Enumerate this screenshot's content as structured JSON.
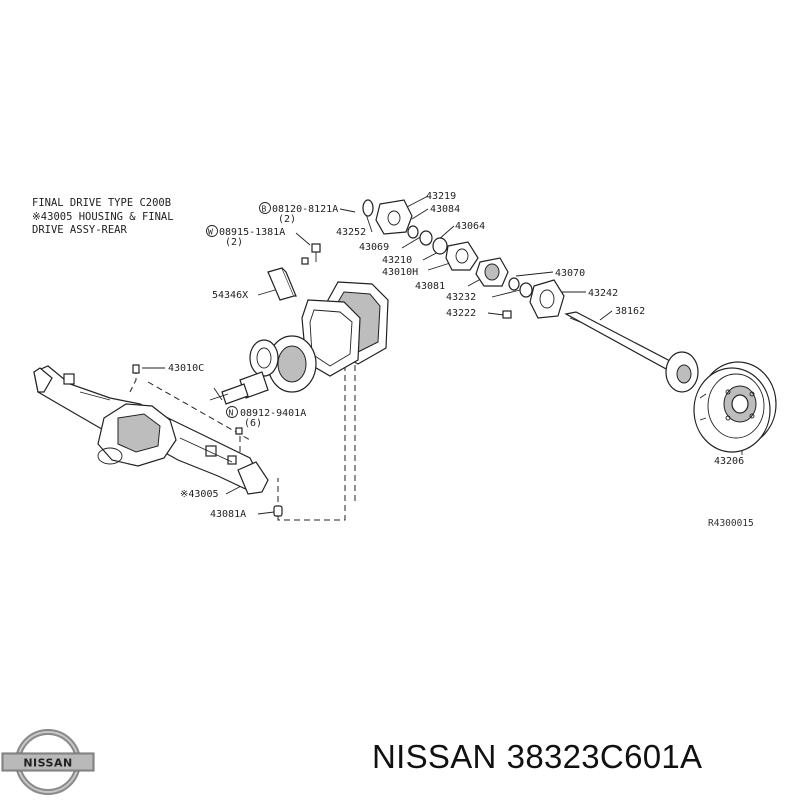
{
  "diagram": {
    "header_lines": [
      "FINAL DRIVE TYPE C200B",
      "※43005 HOUSING & FINAL",
      "DRIVE ASSY-REAR"
    ],
    "fasteners": [
      {
        "prefix": "B",
        "code": "08120-8121A",
        "qty": "(2)"
      },
      {
        "prefix": "W",
        "code": "08915-1381A",
        "qty": "(2)"
      },
      {
        "prefix": "N",
        "code": "08912-9401A",
        "qty": "(6)"
      }
    ],
    "labels": {
      "p43219": "43219",
      "p43084": "43084",
      "p43252": "43252",
      "p43064": "43064",
      "p43069": "43069",
      "p43210": "43210",
      "p43010H": "43010H",
      "p43070": "43070",
      "p43081": "43081",
      "p43232": "43232",
      "p43242": "43242",
      "p54346X": "54346X",
      "p43222": "43222",
      "p38162": "38162",
      "p43010C": "43010C",
      "p43206": "43206",
      "p43005": "※43005",
      "p43081A": "43081A"
    },
    "reference_code": "R4300015"
  },
  "brand": {
    "logo_text": "NISSAN",
    "name": "NISSAN",
    "part_number": "38323C601A"
  }
}
